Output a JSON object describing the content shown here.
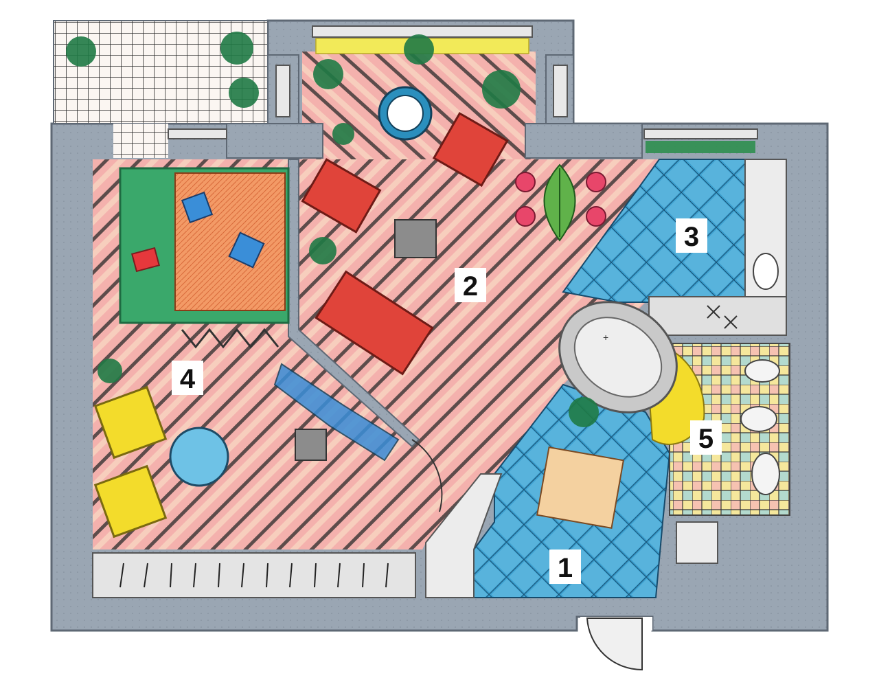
{
  "plan": {
    "room_labels": [
      "1",
      "2",
      "3",
      "4",
      "5"
    ],
    "colors": {
      "wall": "#98a4b1",
      "wall_edge": "#6b7682",
      "floor_pink": "#f2a6a6",
      "floor_stripe": "#c9485b",
      "tile_blue": "#2b8fbd",
      "tile_light": "#8fd0ec",
      "rug_green": "#3aa86b",
      "bed_orange": "#f08a55",
      "chair_red": "#e0443a",
      "chair_yellow": "#f3dc2b",
      "bath_gray": "#d4d4d4",
      "mosaic_yellow": "#f6e78a"
    },
    "icons": [
      "plant-icon",
      "lamp-icon",
      "bathtub-icon",
      "door-icon",
      "window-icon"
    ]
  }
}
